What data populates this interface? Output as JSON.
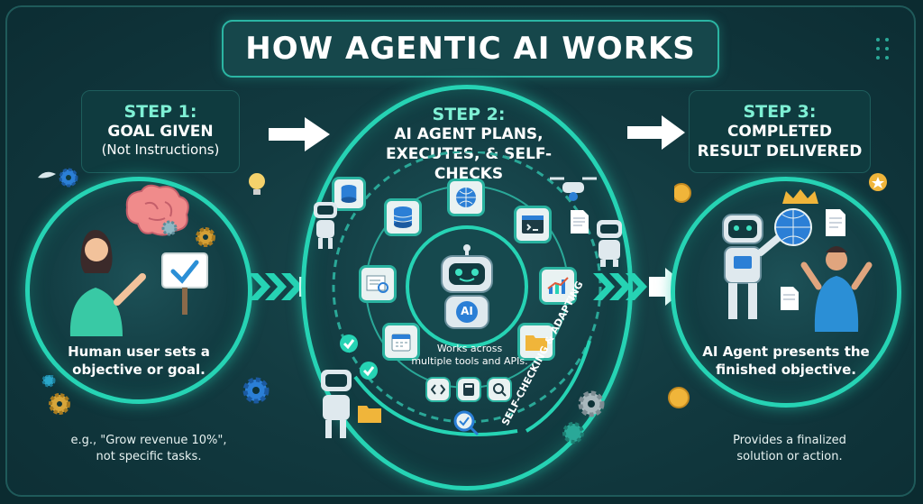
{
  "title": "HOW AGENTIC AI WORKS",
  "steps": [
    {
      "number": "STEP 1:",
      "heading": "GOAL GIVEN",
      "sub": "(Not Instructions)",
      "caption_line1": "Human user sets a",
      "caption_line2": "objective or goal.",
      "note_line1": "e.g., \"Grow revenue 10%\",",
      "note_line2": "not specific tasks."
    },
    {
      "number": "STEP 2:",
      "heading_line1": "AI AGENT PLANS,",
      "heading_line2": "EXECUTES, & SELF-CHECKS",
      "center_label": "AI",
      "tools_line1": "Works across",
      "tools_line2": "multiple tools and APIs.",
      "arc_text": "SELF-CHECKING & ADAPTING"
    },
    {
      "number": "STEP 3:",
      "heading_line1": "COMPLETED",
      "heading_line2": "RESULT DELIVERED",
      "caption_line1": "AI Agent presents the",
      "caption_line2": "finished objective.",
      "note_line1": "Provides a finalized",
      "note_line2": "solution or action."
    }
  ],
  "icons": [
    "brain-icon",
    "gear-icon",
    "lightbulb-icon",
    "checkmark-sign-icon",
    "database-icon",
    "globe-icon",
    "code-window-icon",
    "drone-icon",
    "document-icon",
    "chart-icon",
    "calendar-icon",
    "folder-icon",
    "search-icon",
    "calculator-icon",
    "robot-icon",
    "coin-icon",
    "crown-icon",
    "person-icon",
    "star-icon"
  ],
  "colors": {
    "background": "#0c2d33",
    "accent": "#26d3b4",
    "step_number": "#7ff0d5",
    "text": "#ffffff"
  }
}
